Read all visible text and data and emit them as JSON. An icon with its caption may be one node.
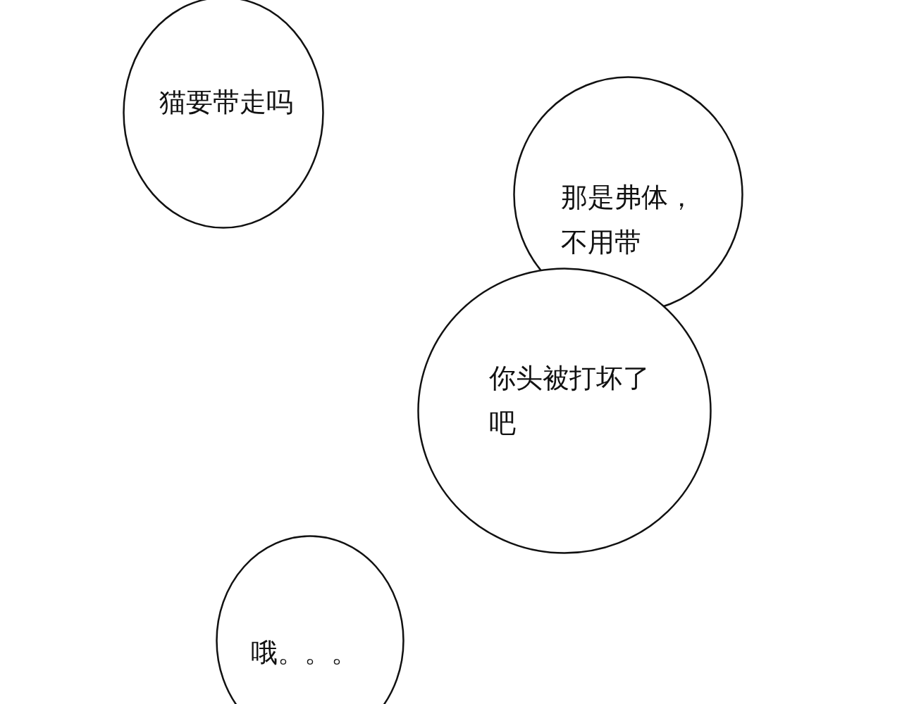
{
  "diagram": {
    "nodes": [
      {
        "text": [
          "猫要带走吗"
        ]
      },
      {
        "text": [
          "那是弗体，不用带"
        ]
      },
      {
        "text": [
          "你头被打坏了吧"
        ]
      },
      {
        "text": [
          "哦。。。"
        ]
      }
    ]
  }
}
